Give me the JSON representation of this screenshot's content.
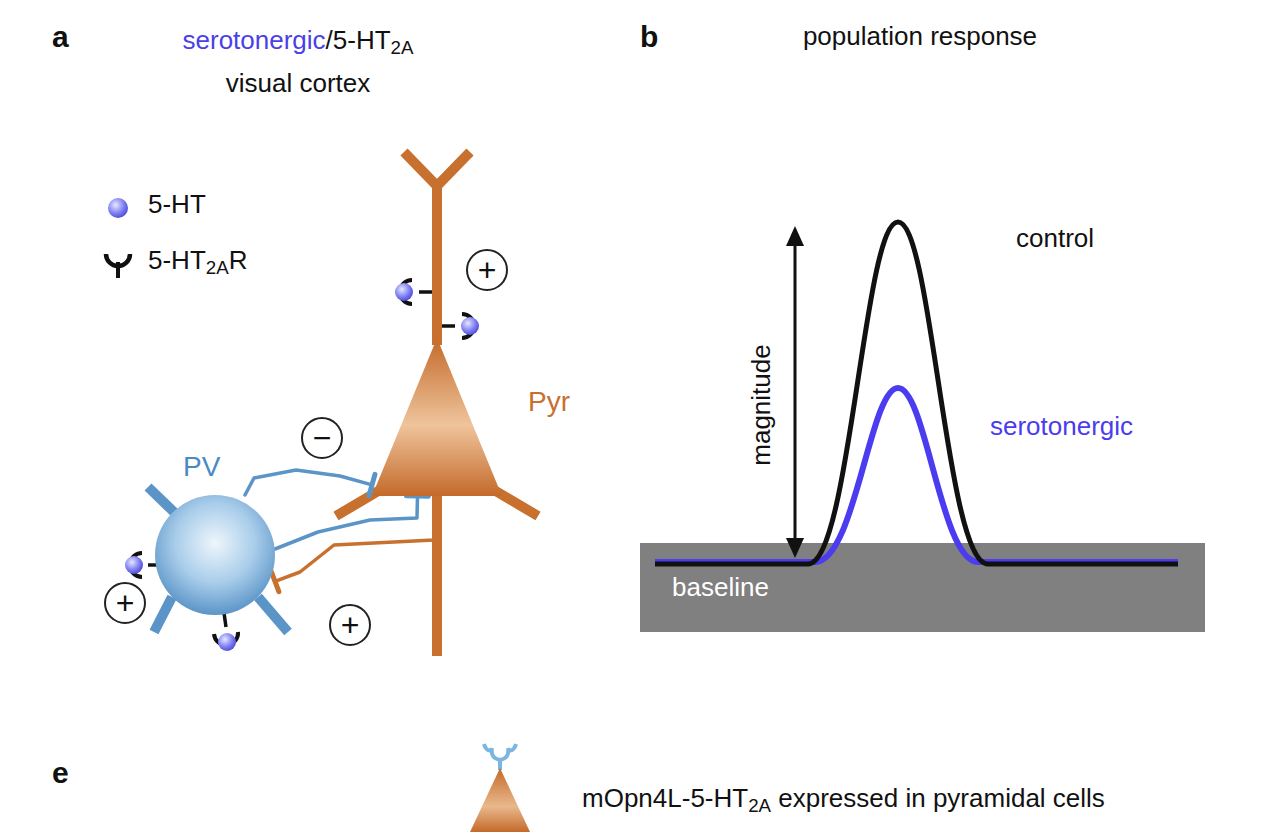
{
  "diagram": {
    "nodes": [
      {
        "text": [
          "PV"
        ]
      },
      {
        "text": [
          "Pyr"
        ]
      },
      {
        "text": [
          "baseline"
        ]
      }
    ],
    "edges": [
      {
        "from": 0,
        "to": 1,
        "arrow": "to",
        "label": "−"
      },
      {
        "from": 0,
        "to": 1,
        "arrow": "to"
      },
      {
        "from": 1,
        "to": 0,
        "arrow": "to",
        "label": "+"
      }
    ],
    "labels": [
      "a",
      "serotonergic",
      "/5-HT2A",
      "visual cortex",
      "+",
      "+",
      "b",
      "population response",
      "control",
      "serotonergic",
      "magnitude",
      "e",
      "mOpn4L-5-HT2A expressed in pyramidal cells"
    ],
    "legend": [
      {
        "text": "5-HT"
      },
      {
        "text": "5-HT2AR"
      }
    ]
  }
}
